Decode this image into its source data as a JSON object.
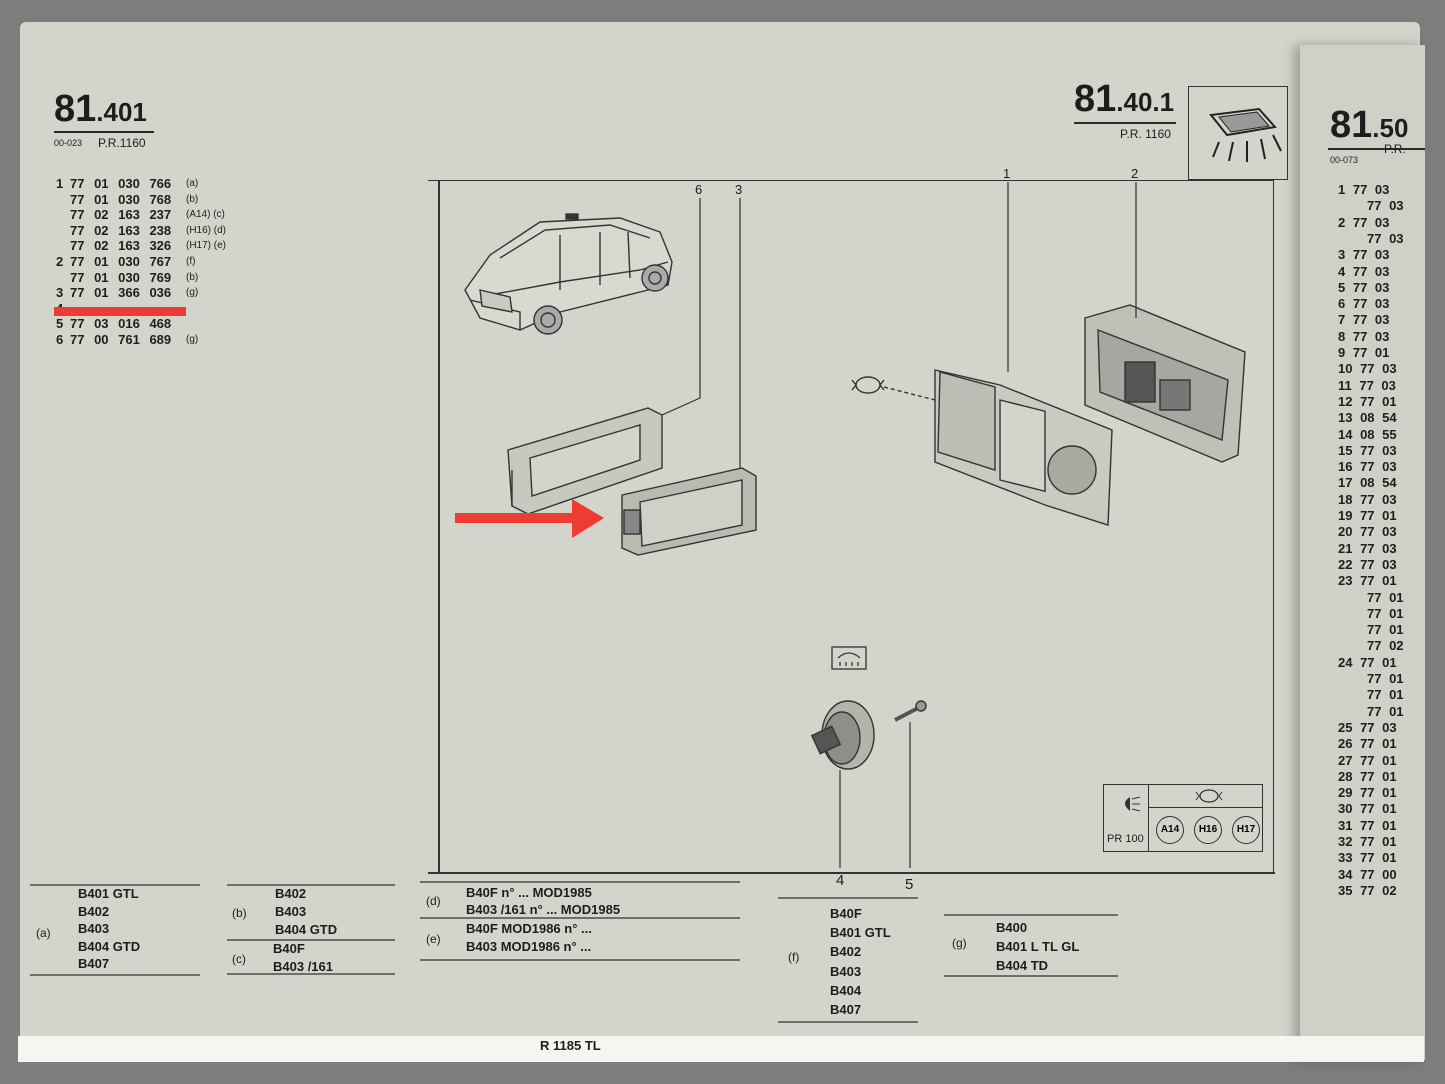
{
  "left_header": {
    "number": "81",
    "suffix": ".401",
    "code": "00-023",
    "pr": "P.R.1160"
  },
  "right_header": {
    "number": "81",
    "suffix": ".40.1",
    "pr": "P.R. 1160"
  },
  "next_header": {
    "number": "81",
    "suffix": ".50",
    "code": "00-073",
    "pr": "P.R."
  },
  "parts_list": [
    {
      "item": "1",
      "ref": "77 01 030 766",
      "note": "(a)"
    },
    {
      "item": "",
      "ref": "77 01 030 768",
      "note": "(b)"
    },
    {
      "item": "",
      "ref": "77 02 163 237",
      "note": "(A14) (c)"
    },
    {
      "item": "",
      "ref": "77 02 163 238",
      "note": "(H16) (d)"
    },
    {
      "item": "",
      "ref": "77 02 163 326",
      "note": "(H17) (e)"
    },
    {
      "item": "2",
      "ref": "77 01 030 767",
      "note": "(f)"
    },
    {
      "item": "",
      "ref": "77 01 030 769",
      "note": "(b)"
    },
    {
      "item": "3",
      "ref": "77 01 366 036",
      "note": "(g)"
    },
    {
      "item": "4",
      "ref": "",
      "note": ""
    },
    {
      "item": "5",
      "ref": "77 03 016 468",
      "note": ""
    },
    {
      "item": "6",
      "ref": "77 00 761 689",
      "note": "(g)"
    }
  ],
  "callouts": [
    "6",
    "3",
    "1",
    "2",
    "4",
    "5"
  ],
  "pr_box": {
    "label": "PR 100",
    "codes": [
      "A14",
      "H16",
      "H17"
    ]
  },
  "legend_a": {
    "tag": "(a)",
    "rows": [
      "B401 GTL",
      "B402",
      "B403",
      "B404 GTD",
      "B407"
    ]
  },
  "legend_b": {
    "tag": "(b)",
    "rows": [
      "B402",
      "B403",
      "B404 GTD"
    ]
  },
  "legend_c": {
    "tag": "(c)",
    "rows": [
      "B40F",
      "B403 /161"
    ]
  },
  "legend_d": {
    "tag": "(d)",
    "rows": [
      "B40F  n° ... MOD1985",
      "B403 /161  n° ... MOD1985"
    ]
  },
  "legend_e": {
    "tag": "(e)",
    "rows": [
      "B40F MOD1986 n° ...",
      "B403 MOD1986 n° ..."
    ]
  },
  "legend_f": {
    "tag": "(f)",
    "rows": [
      "B40F",
      "B401 GTL",
      "B402",
      "B403",
      "B404",
      "B407"
    ]
  },
  "legend_g": {
    "tag": "(g)",
    "rows": [
      "B400",
      "B401 L TL GL",
      "B404 TD"
    ]
  },
  "footer": "R 1185 TL",
  "next_page_list": [
    "1 77 03",
    "77 03",
    "2 77 03",
    "77 03",
    "3 77 03",
    "4 77 03",
    "5 77 03",
    "6 77 03",
    "7 77 03",
    "8 77 03",
    "9 77 01",
    "10 77 03",
    "11 77 03",
    "12 77 01",
    "13 08 54",
    "14 08 55",
    "15 77 03",
    "16 77 03",
    "17 08 54",
    "18 77 03",
    "19 77 01",
    "20 77 03",
    "21 77 03",
    "22 77 03",
    "23 77 01",
    "77 01",
    "77 01",
    "77 01",
    "77 02",
    "24 77 01",
    "77 01",
    "77 01",
    "77 01",
    "25 77 03",
    "26 77 01",
    "27 77 01",
    "28 77 01",
    "29 77 01",
    "30 77 01",
    "31 77 01",
    "32 77 01",
    "33 77 01",
    "34 77 00",
    "35 77 02"
  ],
  "colors": {
    "paper": "#d3d4cc",
    "ink": "#1d1d1d",
    "highlight": "#ee3b34"
  }
}
